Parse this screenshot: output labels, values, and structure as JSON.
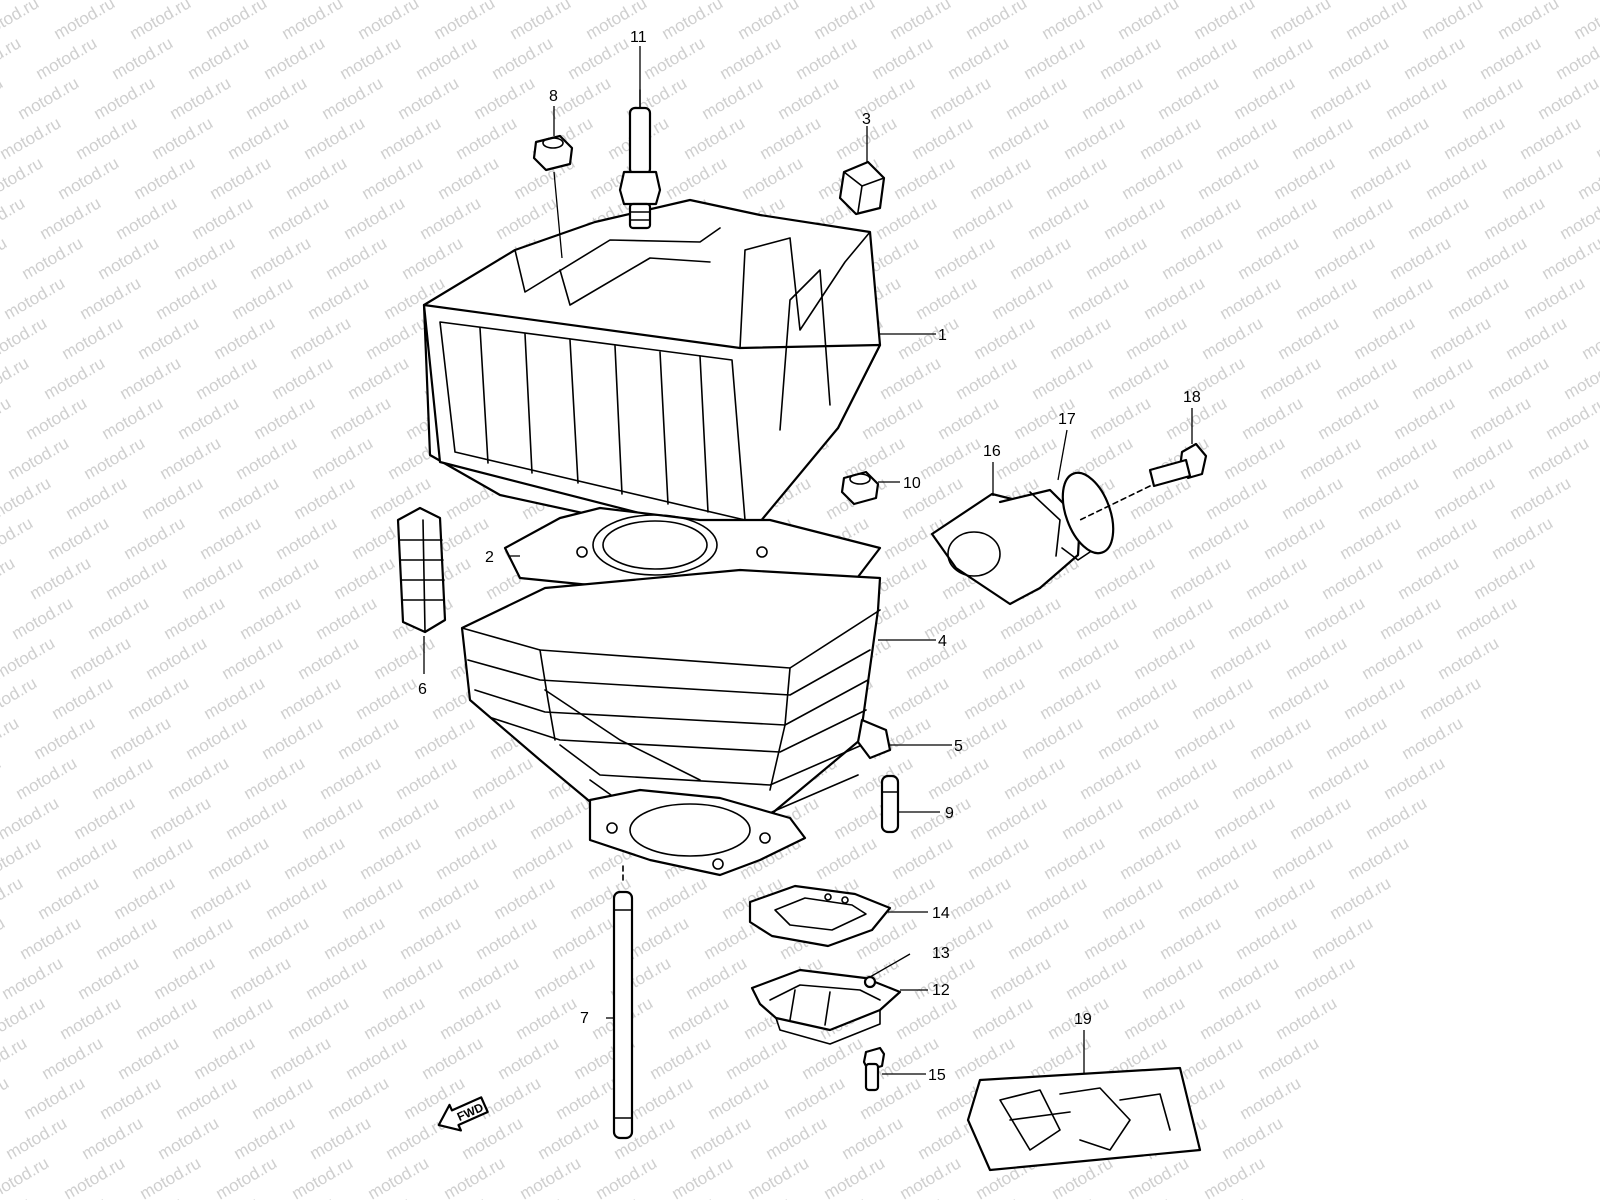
{
  "watermark": {
    "text": "motod.ru"
  },
  "direction_arrow": {
    "label": "FWD"
  },
  "callouts": [
    "1",
    "2",
    "3",
    "4",
    "5",
    "6",
    "7",
    "8",
    "9",
    "10",
    "11",
    "12",
    "13",
    "14",
    "15",
    "16",
    "17",
    "18",
    "19"
  ]
}
